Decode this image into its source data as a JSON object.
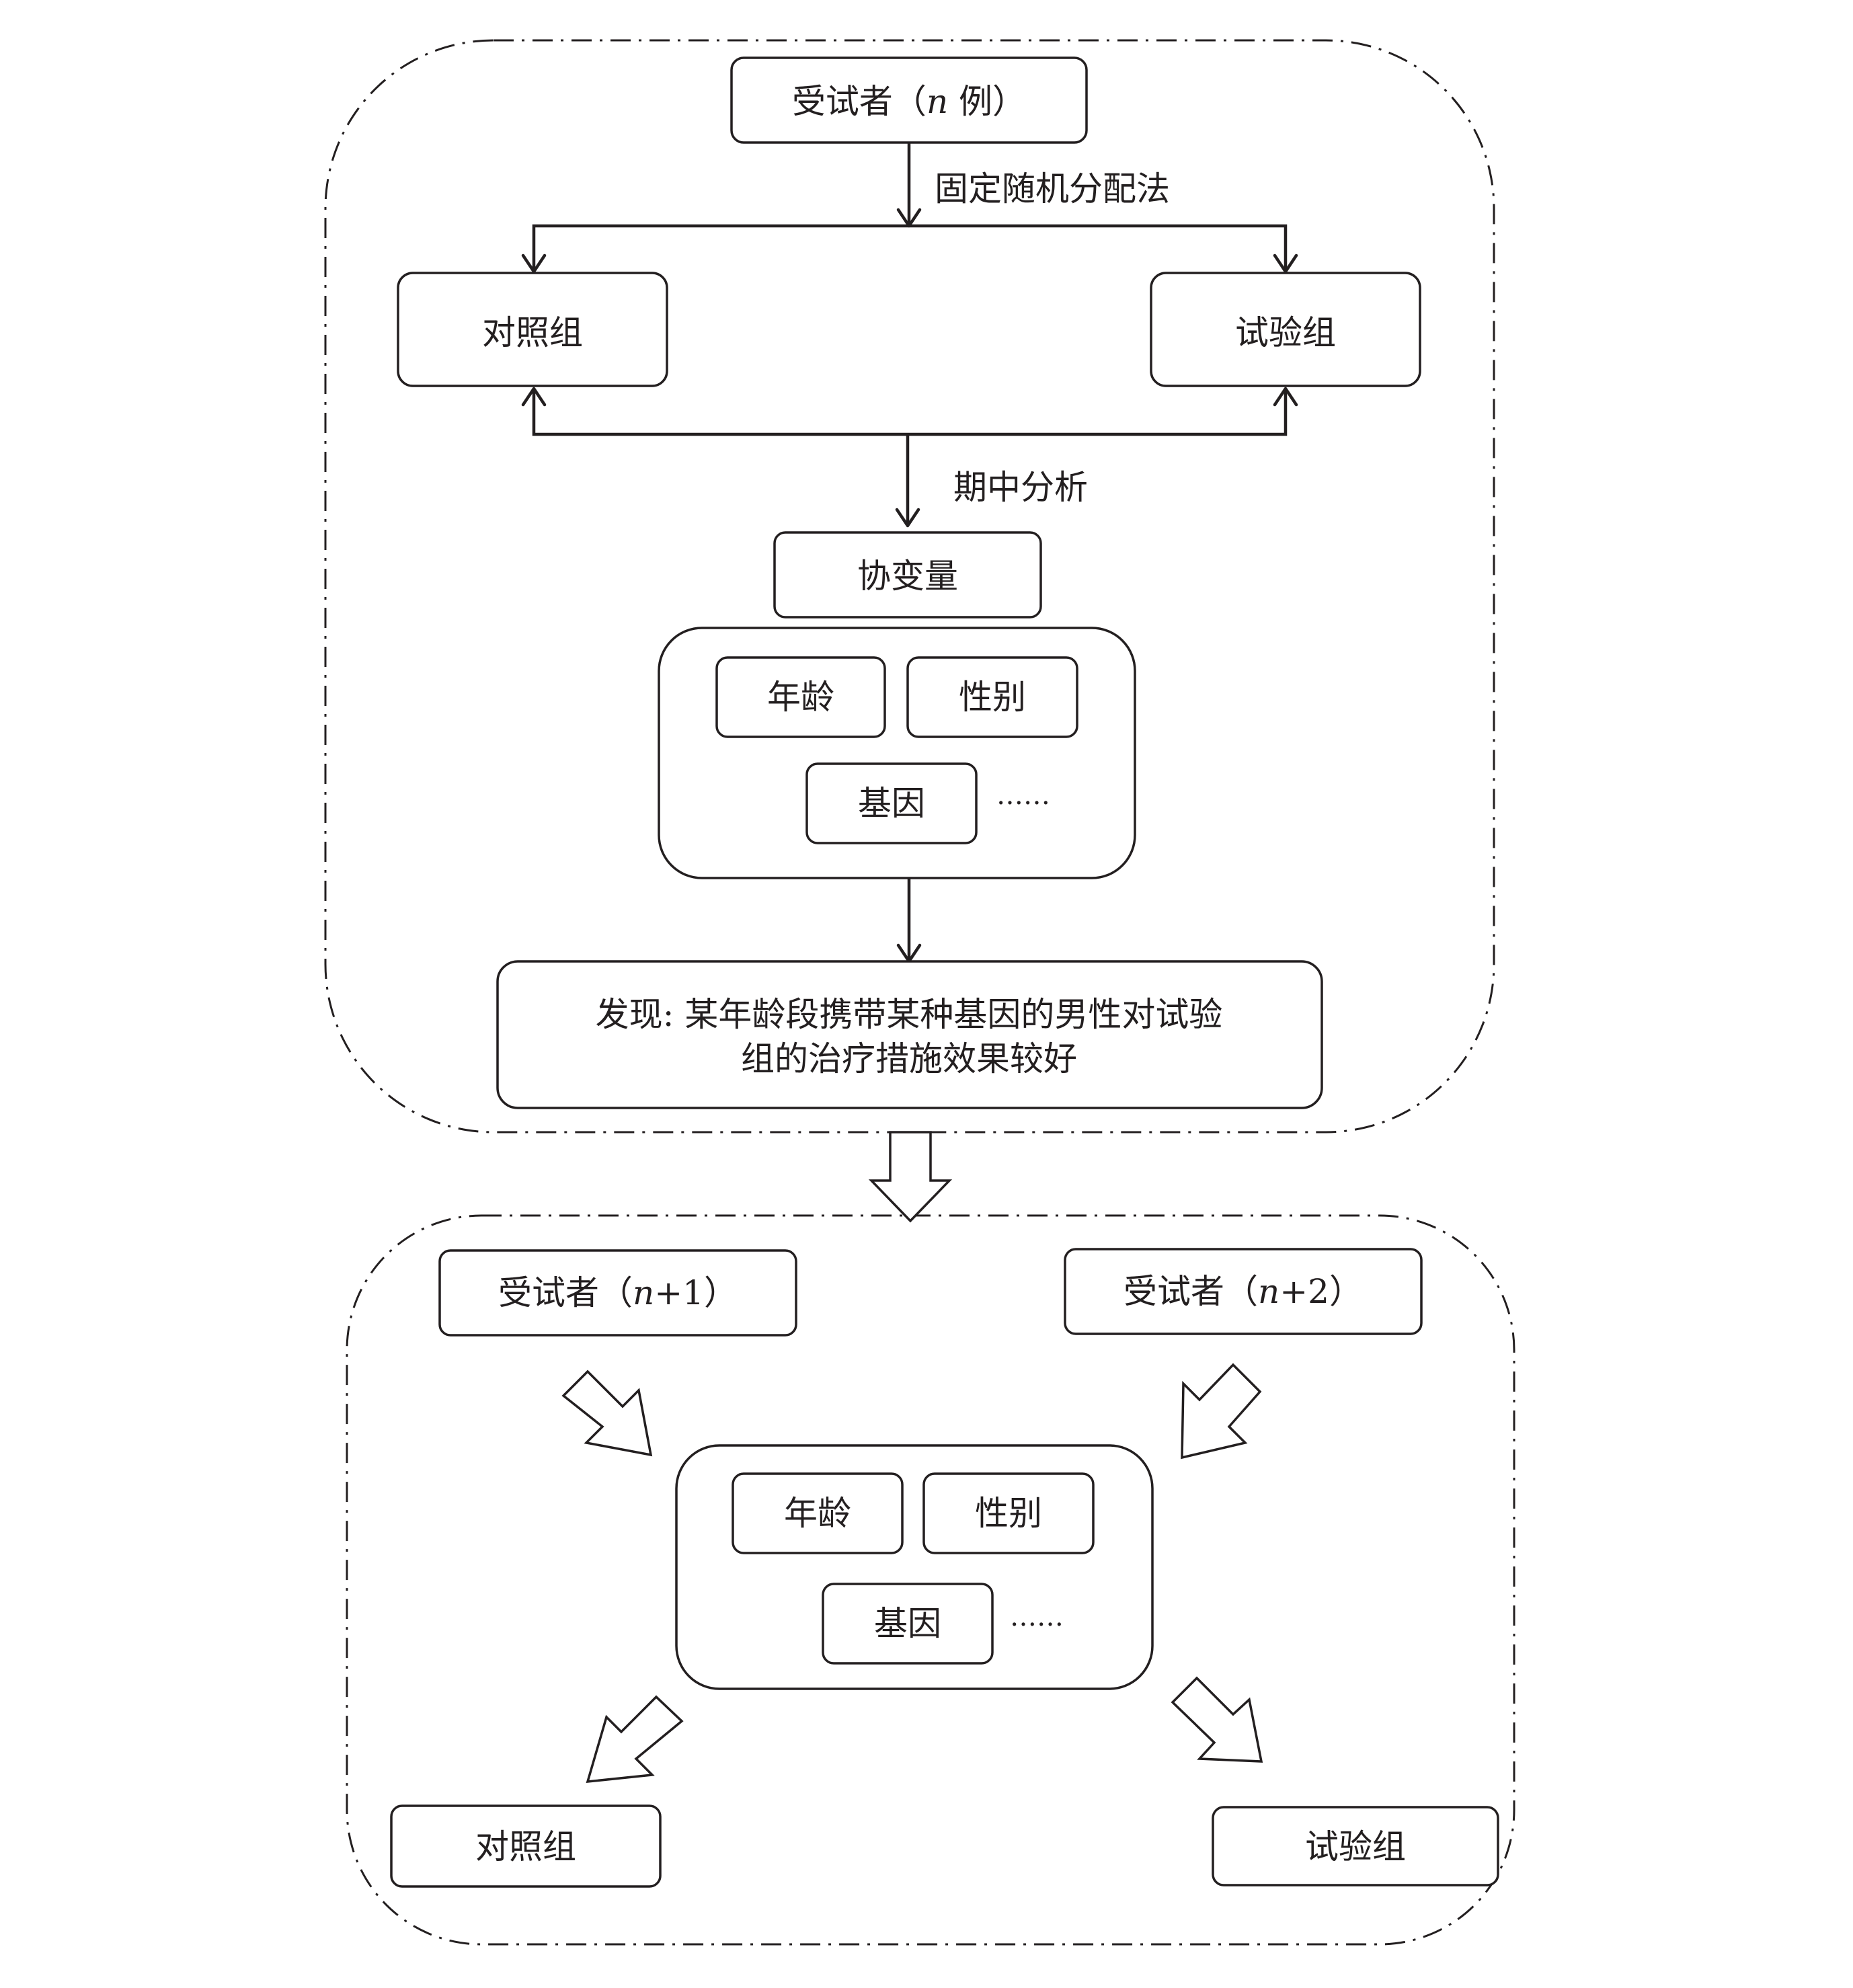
{
  "top": {
    "subjects": "受试者（",
    "subjects_n": "n",
    "subjects_suffix": " 例）",
    "allocation_method": "固定随机分配法",
    "control_group": "对照组",
    "trial_group": "试验组",
    "interim_analysis": "期中分析",
    "covariates": "协变量",
    "age": "年龄",
    "sex": "性别",
    "gene": "基因",
    "more": "……",
    "finding_line1": "发现: 某年龄段携带某种基因的男性对试验",
    "finding_line2": "组的治疗措施效果较好"
  },
  "bottom": {
    "subjects_1_prefix": "受试者（",
    "subjects_1_n": "n",
    "subjects_1_suffix": "+1）",
    "subjects_2_prefix": "受试者（",
    "subjects_2_n": "n",
    "subjects_2_suffix": "+2）",
    "age": "年龄",
    "sex": "性别",
    "gene": "基因",
    "more": "……",
    "control_group": "对照组",
    "trial_group": "试验组"
  }
}
